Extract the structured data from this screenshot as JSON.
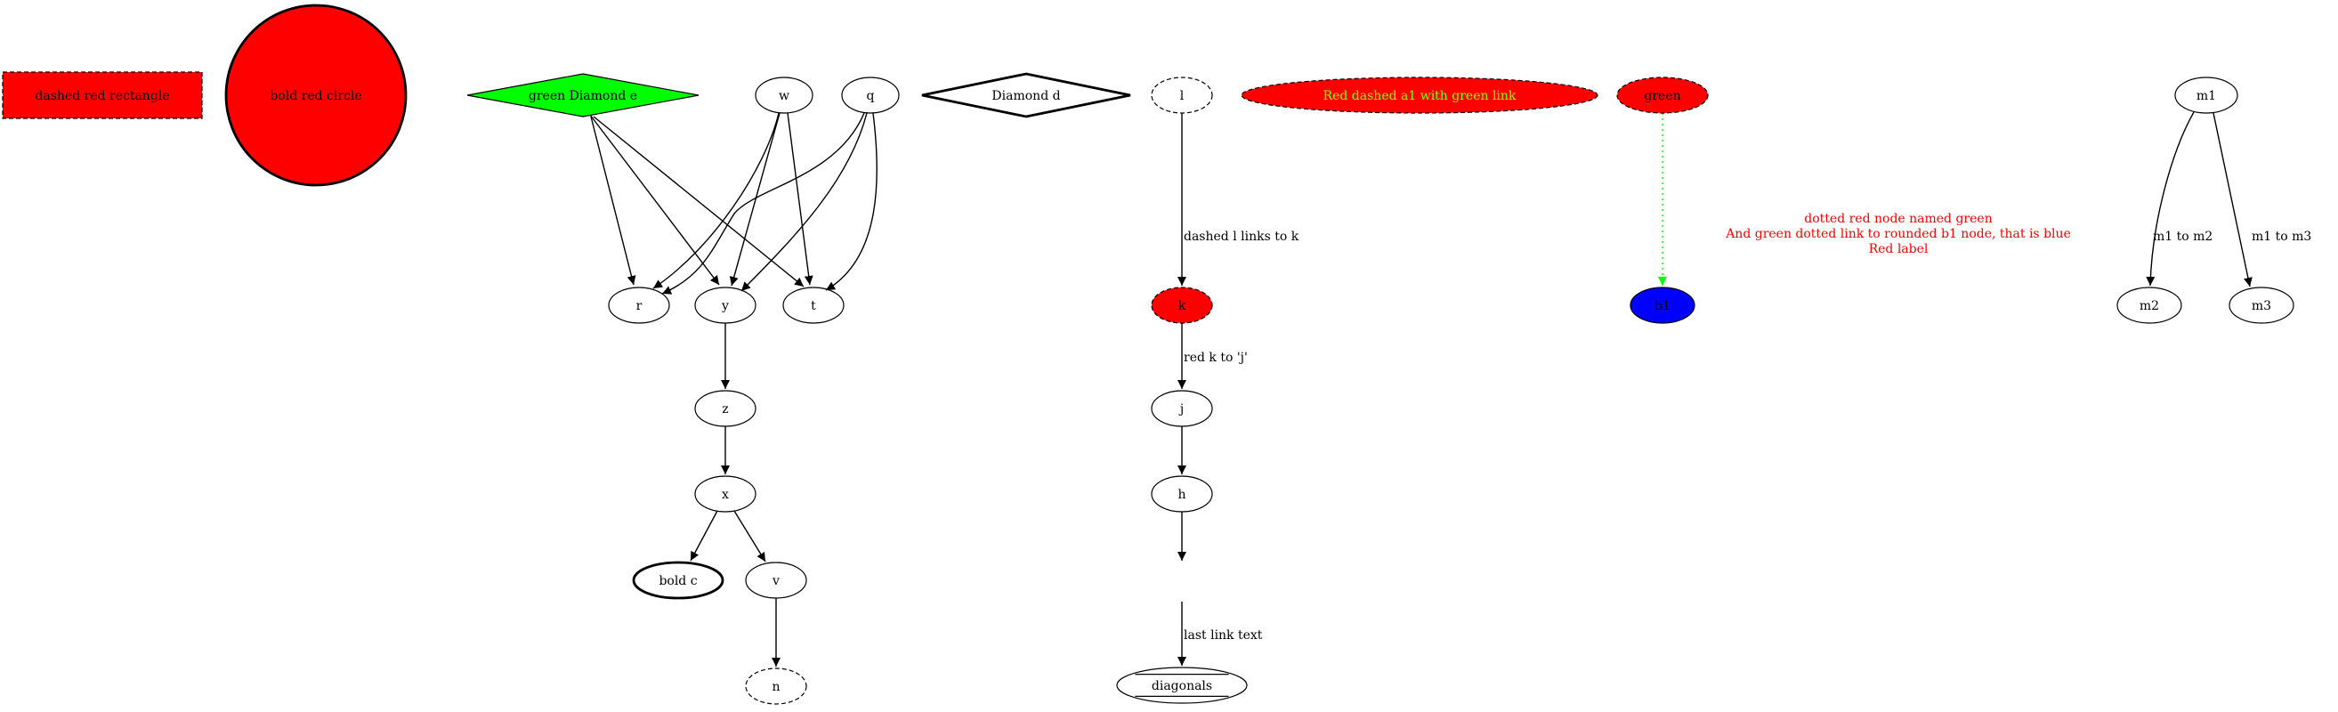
{
  "graph": {
    "nodes": [
      {
        "id": "dashed_rect",
        "label": "dashed red rectangle",
        "shape": "rect",
        "fill": "#ff0000",
        "stroke": "#000000",
        "dashed": true,
        "bold": false,
        "text_color": "#000000"
      },
      {
        "id": "bold_circle",
        "label": "bold red circle",
        "shape": "circle",
        "fill": "#ff0000",
        "stroke": "#000000",
        "dashed": false,
        "bold": true,
        "text_color": "#000000"
      },
      {
        "id": "e",
        "label": "green Diamond e",
        "shape": "diamond",
        "fill": "#00ff00",
        "stroke": "#000000",
        "dashed": false,
        "bold": false,
        "text_color": "#000000"
      },
      {
        "id": "w",
        "label": "w",
        "shape": "ellipse",
        "fill": "none",
        "stroke": "#000000",
        "dashed": false,
        "bold": false,
        "text_color": "#000000"
      },
      {
        "id": "q",
        "label": "q",
        "shape": "ellipse",
        "fill": "none",
        "stroke": "#000000",
        "dashed": false,
        "bold": false,
        "text_color": "#000000"
      },
      {
        "id": "d",
        "label": "Diamond d",
        "shape": "diamond",
        "fill": "none",
        "stroke": "#000000",
        "dashed": false,
        "bold": true,
        "text_color": "#000000"
      },
      {
        "id": "l",
        "label": "l",
        "shape": "ellipse",
        "fill": "none",
        "stroke": "#000000",
        "dashed": true,
        "bold": false,
        "text_color": "#000000"
      },
      {
        "id": "a1",
        "label": "Red dashed a1 with green link",
        "shape": "ellipse",
        "fill": "#ff0000",
        "stroke": "#000000",
        "dashed": true,
        "bold": false,
        "text_color": "#7fff00"
      },
      {
        "id": "green",
        "label": "green",
        "shape": "ellipse",
        "fill": "#ff0000",
        "stroke": "#000000",
        "dashed": true,
        "bold": false,
        "text_color": "#000000"
      },
      {
        "id": "m1",
        "label": "m1",
        "shape": "ellipse",
        "fill": "none",
        "stroke": "#000000",
        "dashed": false,
        "bold": false,
        "text_color": "#000000"
      },
      {
        "id": "r",
        "label": "r",
        "shape": "ellipse",
        "fill": "none",
        "stroke": "#000000",
        "dashed": false,
        "bold": false,
        "text_color": "#000000"
      },
      {
        "id": "y",
        "label": "y",
        "shape": "ellipse",
        "fill": "none",
        "stroke": "#000000",
        "dashed": false,
        "bold": false,
        "text_color": "#000000"
      },
      {
        "id": "t",
        "label": "t",
        "shape": "ellipse",
        "fill": "none",
        "stroke": "#000000",
        "dashed": false,
        "bold": false,
        "text_color": "#000000"
      },
      {
        "id": "k",
        "label": "k",
        "shape": "ellipse",
        "fill": "#ff0000",
        "stroke": "#000000",
        "dashed": true,
        "bold": false,
        "text_color": "#000000"
      },
      {
        "id": "b1",
        "label": "b1",
        "shape": "ellipse",
        "fill": "#0000ff",
        "stroke": "#000000",
        "dashed": false,
        "bold": false,
        "text_color": "#000000"
      },
      {
        "id": "m2",
        "label": "m2",
        "shape": "ellipse",
        "fill": "none",
        "stroke": "#000000",
        "dashed": false,
        "bold": false,
        "text_color": "#000000"
      },
      {
        "id": "m3",
        "label": "m3",
        "shape": "ellipse",
        "fill": "none",
        "stroke": "#000000",
        "dashed": false,
        "bold": false,
        "text_color": "#000000"
      },
      {
        "id": "z",
        "label": "z",
        "shape": "ellipse",
        "fill": "none",
        "stroke": "#000000",
        "dashed": false,
        "bold": false,
        "text_color": "#000000"
      },
      {
        "id": "j",
        "label": "j",
        "shape": "ellipse",
        "fill": "none",
        "stroke": "#000000",
        "dashed": false,
        "bold": false,
        "text_color": "#000000"
      },
      {
        "id": "x",
        "label": "x",
        "shape": "ellipse",
        "fill": "none",
        "stroke": "#000000",
        "dashed": false,
        "bold": false,
        "text_color": "#000000"
      },
      {
        "id": "h",
        "label": "h",
        "shape": "ellipse",
        "fill": "none",
        "stroke": "#000000",
        "dashed": false,
        "bold": false,
        "text_color": "#000000"
      },
      {
        "id": "c",
        "label": "bold c",
        "shape": "ellipse",
        "fill": "none",
        "stroke": "#000000",
        "dashed": false,
        "bold": true,
        "text_color": "#000000"
      },
      {
        "id": "v",
        "label": "v",
        "shape": "ellipse",
        "fill": "none",
        "stroke": "#000000",
        "dashed": false,
        "bold": false,
        "text_color": "#000000"
      },
      {
        "id": "g",
        "label": "",
        "shape": "none",
        "fill": "none",
        "stroke": "none",
        "dashed": false,
        "bold": false,
        "text_color": "#000000"
      },
      {
        "id": "n",
        "label": "n",
        "shape": "ellipse",
        "fill": "none",
        "stroke": "#000000",
        "dashed": true,
        "bold": false,
        "text_color": "#000000"
      },
      {
        "id": "diagonals",
        "label": "diagonals",
        "shape": "diagonals",
        "fill": "none",
        "stroke": "#000000",
        "dashed": false,
        "bold": false,
        "text_color": "#000000"
      }
    ],
    "edges": [
      {
        "from": "e",
        "to": "r",
        "label": "",
        "color": "#000000",
        "style": "solid"
      },
      {
        "from": "e",
        "to": "y",
        "label": "",
        "color": "#000000",
        "style": "solid"
      },
      {
        "from": "e",
        "to": "t",
        "label": "",
        "color": "#000000",
        "style": "solid"
      },
      {
        "from": "w",
        "to": "r",
        "label": "",
        "color": "#000000",
        "style": "solid"
      },
      {
        "from": "w",
        "to": "y",
        "label": "",
        "color": "#000000",
        "style": "solid"
      },
      {
        "from": "w",
        "to": "t",
        "label": "",
        "color": "#000000",
        "style": "solid"
      },
      {
        "from": "q",
        "to": "r",
        "label": "",
        "color": "#000000",
        "style": "solid"
      },
      {
        "from": "q",
        "to": "y",
        "label": "",
        "color": "#000000",
        "style": "solid"
      },
      {
        "from": "q",
        "to": "t",
        "label": "",
        "color": "#000000",
        "style": "solid"
      },
      {
        "from": "y",
        "to": "z",
        "label": "",
        "color": "#000000",
        "style": "solid"
      },
      {
        "from": "z",
        "to": "x",
        "label": "",
        "color": "#000000",
        "style": "solid"
      },
      {
        "from": "x",
        "to": "c",
        "label": "",
        "color": "#000000",
        "style": "solid"
      },
      {
        "from": "x",
        "to": "v",
        "label": "",
        "color": "#000000",
        "style": "solid"
      },
      {
        "from": "v",
        "to": "n",
        "label": "",
        "color": "#000000",
        "style": "solid"
      },
      {
        "from": "l",
        "to": "k",
        "label": "dashed l links to k",
        "color": "#000000",
        "style": "solid"
      },
      {
        "from": "k",
        "to": "j",
        "label": "red k to 'j'",
        "color": "#000000",
        "style": "solid"
      },
      {
        "from": "j",
        "to": "h",
        "label": "",
        "color": "#000000",
        "style": "solid"
      },
      {
        "from": "h",
        "to": "g",
        "label": "",
        "color": "#000000",
        "style": "solid"
      },
      {
        "from": "g",
        "to": "diagonals",
        "label": "last link text",
        "color": "#000000",
        "style": "solid"
      },
      {
        "from": "green",
        "to": "b1",
        "label": "",
        "color": "#00ff00",
        "style": "dotted"
      },
      {
        "from": "m1",
        "to": "m2",
        "label": "m1 to m2",
        "color": "#000000",
        "style": "solid"
      },
      {
        "from": "m1",
        "to": "m3",
        "label": "m1 to m3",
        "color": "#000000",
        "style": "solid"
      }
    ],
    "free_labels": [
      {
        "id": "green_b1_note",
        "lines": [
          "dotted red node named green",
          "And green dotted link to rounded b1 node, that is blue",
          "Red label"
        ],
        "color": "#ff0000"
      }
    ]
  }
}
